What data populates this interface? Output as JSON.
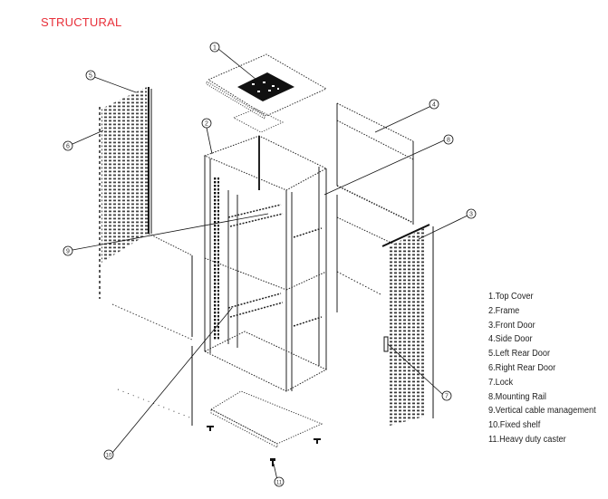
{
  "title": "STRUCTURAL",
  "colors": {
    "title": "#e8303a",
    "line": "#111111"
  },
  "legend": [
    "1.Top Cover",
    "2.Frame",
    "3.Front Door",
    "4.Side Door",
    "5.Left Rear Door",
    "6.Right Rear Door",
    "7.Lock",
    "8.Mounting Rail",
    "9.Vertical cable management",
    "10.Fixed shelf",
    "11.Heavy duty caster"
  ],
  "callouts": [
    "1",
    "2",
    "3",
    "4",
    "5",
    "6",
    "7",
    "8",
    "9",
    "10",
    "11"
  ]
}
